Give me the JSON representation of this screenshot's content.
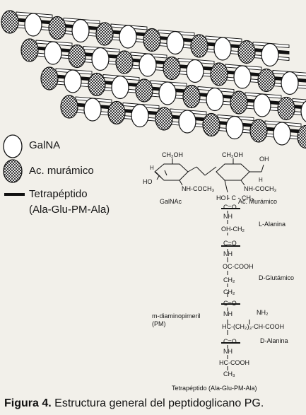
{
  "legend": {
    "galna": "GalNA",
    "muramic": "Ac. murámico",
    "tetrapeptide": "Tetrapéptido",
    "tetrapeptide_detail": "(Ala-Glu-PM-Ala)"
  },
  "structure": {
    "ch2oh_left": "CH₂OH",
    "ch2oh_right": "CH₂OH",
    "oh_top_right": "OH",
    "ho_left": "HO",
    "h_left": "H",
    "h_right": "H",
    "nh_coch3_left": "NH-COCH₃",
    "nh_coch3_right": "NH-COCH₃",
    "galnac_label": "GalNAc",
    "muramic_label": "Ac. Murámico",
    "ho_c_ch3": "HO - C - CH₃",
    "c_eq_o_1": "C=O",
    "nh_1": "NH",
    "oh_ch2": "OH-CH₂",
    "l_alanina": "L-Alanina",
    "c_eq_o_2": "C=O",
    "nh_2": "NH",
    "oc_cooh": "OC-COOH",
    "d_glutamico": "D-Glutámico",
    "ch2_a": "CH₂",
    "ch2_b": "CH₂",
    "c_eq_o_3": "C=O",
    "nh_3": "NH",
    "nh2": "NH₂",
    "dap_name": "m-diaminopimeril",
    "dap_abbr": "(PM)",
    "hc_chain": "HC-(CH₂)₃-CH-COOH",
    "c_eq_o_4": "C=O",
    "nh_4": "NH",
    "d_alanina": "D-Alanina",
    "hc_cooh": "HC-COOH",
    "ch3": "CH₃",
    "tetrapeptide_caption": "Tetrapéptido (Ala-Glu-PM-Ala)"
  },
  "caption": {
    "figure_label": "Figura 4.",
    "text": "Estructura general del peptidoglicano PG."
  },
  "colors": {
    "background": "#f2f0ea",
    "ink": "#141414",
    "galna_fill": "#ffffff",
    "muramic_fill": "checkered-gray"
  }
}
